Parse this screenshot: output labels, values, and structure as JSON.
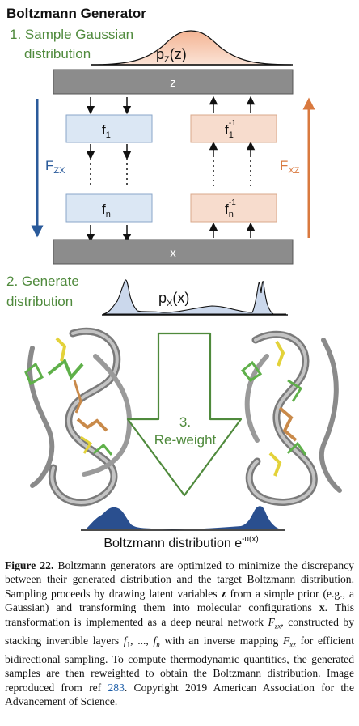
{
  "figure": {
    "title": "Boltzmann Generator",
    "step1_line1": "1. Sample Gaussian",
    "step1_line2": "distribution",
    "pz_label": "p",
    "pz_sub": "Z",
    "pz_arg": "(z)",
    "z_bar": "z",
    "x_bar": "x",
    "layer_f": "f",
    "layer_first_sub": "1",
    "layer_last_sub": "n",
    "inverse_sup": "-1",
    "fzx_main": "F",
    "fzx_sub": "ZX",
    "fxz_main": "F",
    "fxz_sub": "XZ",
    "step2_line1": "2. Generate",
    "step2_line2": "distribution",
    "px_label": "p",
    "px_sub": "X",
    "px_arg": "(x)",
    "step3_line1": "3.",
    "step3_line2": "Re-weight",
    "boltz_label": "Boltzmann distribution e",
    "boltz_sup": "-u(x)",
    "colors": {
      "step_green": "#4f8a3c",
      "bar_gray": "#8c8c8c",
      "forward_box": "#dbe7f4",
      "inverse_box": "#f7dccd",
      "forward_arrow": "#2a5a9a",
      "inverse_arrow": "#d9793f",
      "density_blue": "#2a4f8f"
    }
  },
  "caption": {
    "label": "Figure 22.",
    "s1": " Boltzmann generators are optimized to minimize the discrepancy between their generated distribution and the target Boltzmann distribution. Sampling proceeds by drawing latent variables ",
    "z": "z",
    "s2": " from a simple prior (e.g., a Gaussian) and transforming them into molecular configurations ",
    "x": "x",
    "s3": ". This transformation is implemented as a deep neural network ",
    "fzx": "F",
    "fzx_sub": "zx",
    "s4": ", constructed by stacking invertible layers ",
    "f1": "f",
    "f1_sub": "1",
    "s5": ", ..., ",
    "fn": "f",
    "fn_sub": "n",
    "s6": " with an inverse mapping ",
    "fxz": "F",
    "fxz_sub": "xz",
    "s7": " for efficient bidirectional sampling. To compute thermodynamic quantities, the generated samples are then reweighted to obtain the Boltzmann distribution. Image reproduced from ref ",
    "ref": "283",
    "s8": ". Copyright 2019 American Association for the Advancement of Science."
  }
}
